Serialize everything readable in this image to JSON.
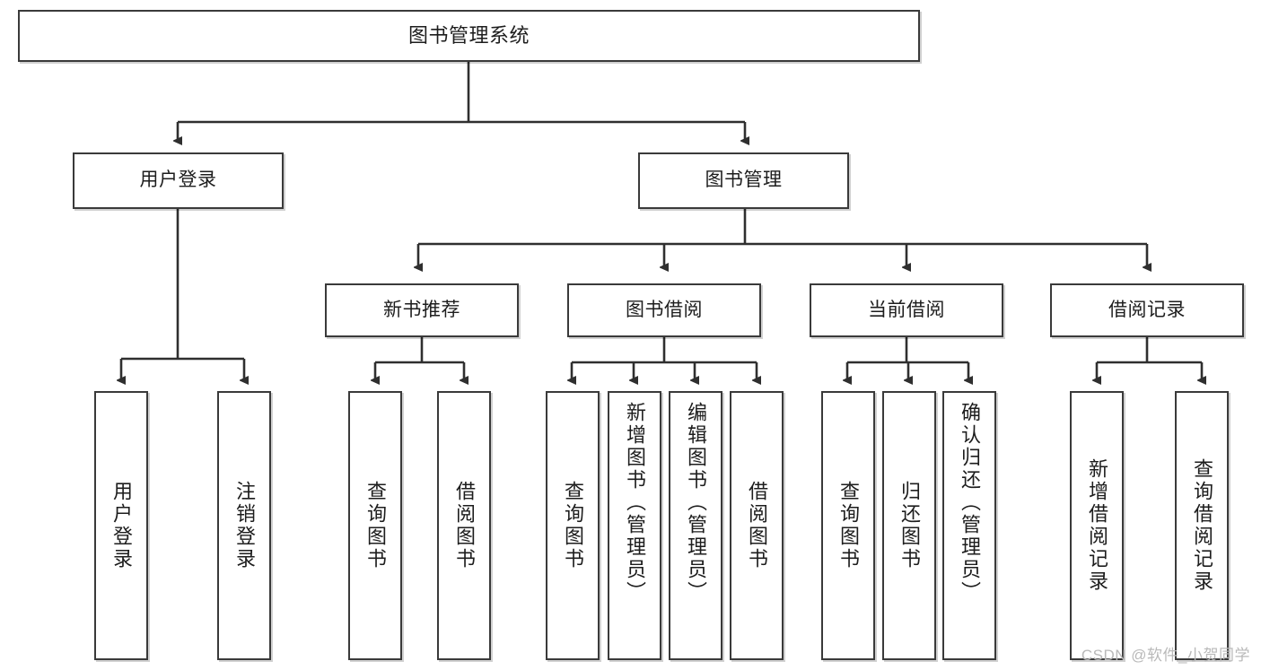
{
  "diagram": {
    "title": "图书管理系统",
    "type": "tree",
    "watermark": "CSDN @软件_小贺同学",
    "colors": {
      "box_border": "#3a3a3a",
      "box_fill": "#ffffff",
      "edge": "#2f2f2f",
      "text": "#1d1d1d",
      "watermark": "#b9b9b9"
    },
    "nodes": {
      "root": {
        "label": "图书管理系统",
        "level": 0
      },
      "l1": [
        {
          "id": "user_login",
          "label": "用户登录",
          "level": 1
        },
        {
          "id": "book_manage",
          "label": "图书管理",
          "level": 1
        }
      ],
      "l2": [
        {
          "id": "new_book_rec",
          "label": "新书推荐",
          "level": 2,
          "parent": "book_manage"
        },
        {
          "id": "book_borrow",
          "label": "图书借阅",
          "level": 2,
          "parent": "book_manage"
        },
        {
          "id": "current_borrow",
          "label": "当前借阅",
          "level": 2,
          "parent": "book_manage"
        },
        {
          "id": "borrow_record",
          "label": "借阅记录",
          "level": 2,
          "parent": "book_manage"
        }
      ],
      "leaves": [
        {
          "id": "leaf_user_login",
          "label": "用户登录",
          "parent": "user_login"
        },
        {
          "id": "leaf_logout",
          "label": "注销登录",
          "parent": "user_login"
        },
        {
          "id": "leaf_query_book_1",
          "label": "查询图书",
          "parent": "new_book_rec"
        },
        {
          "id": "leaf_borrow_book_1",
          "label": "借阅图书",
          "parent": "new_book_rec"
        },
        {
          "id": "leaf_query_book_2",
          "label": "查询图书",
          "parent": "book_borrow"
        },
        {
          "id": "leaf_add_book",
          "label": "新增图书（管理员）",
          "parent": "book_borrow"
        },
        {
          "id": "leaf_edit_book",
          "label": "编辑图书（管理员）",
          "parent": "book_borrow"
        },
        {
          "id": "leaf_borrow_book_2",
          "label": "借阅图书",
          "parent": "book_borrow"
        },
        {
          "id": "leaf_query_book_3",
          "label": "查询图书",
          "parent": "current_borrow"
        },
        {
          "id": "leaf_return_book",
          "label": "归还图书",
          "parent": "current_borrow"
        },
        {
          "id": "leaf_confirm_return",
          "label": "确认归还（管理员）",
          "parent": "current_borrow"
        },
        {
          "id": "leaf_add_record",
          "label": "新增借阅记录",
          "parent": "borrow_record"
        },
        {
          "id": "leaf_query_record",
          "label": "查询借阅记录",
          "parent": "borrow_record"
        }
      ]
    }
  }
}
